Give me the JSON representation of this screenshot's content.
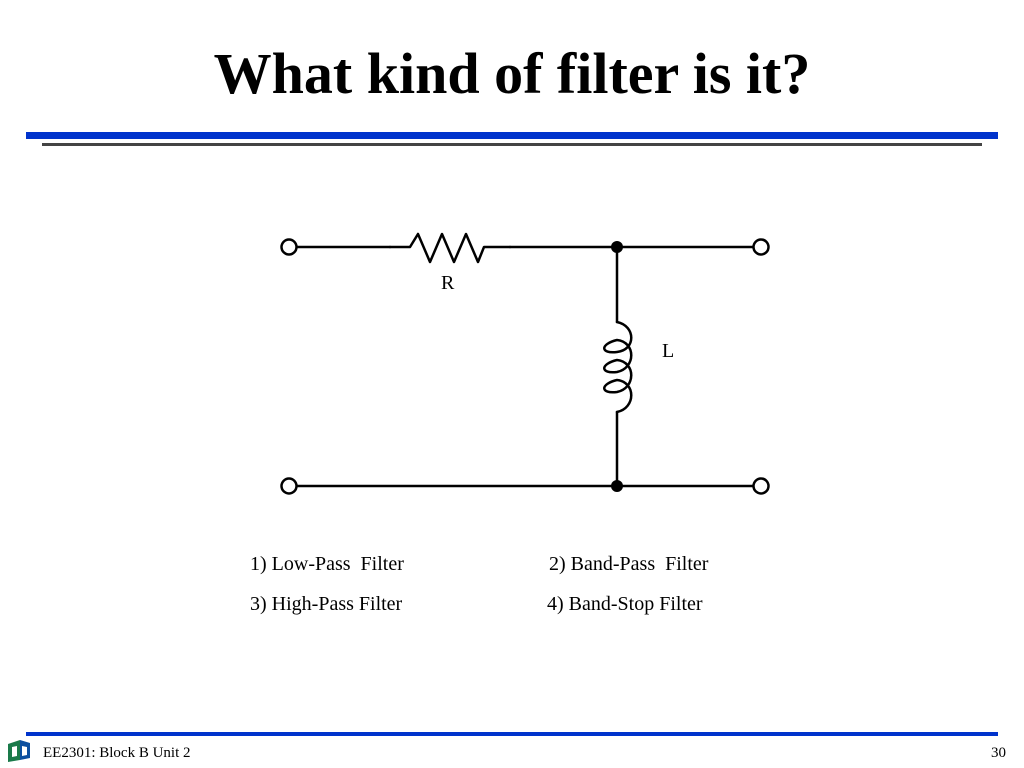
{
  "slide": {
    "title": "What kind of filter is it?"
  },
  "theme": {
    "accent_blue": "#0033cc",
    "rule_gray": "#444444"
  },
  "circuit": {
    "resistor_label": "R",
    "inductor_label": "L"
  },
  "options": [
    "1) Low-Pass  Filter",
    "2) Band-Pass  Filter",
    "3) High-Pass Filter",
    "4) Band-Stop Filter"
  ],
  "footer": {
    "course": "EE2301: Block B Unit 2",
    "page_number": "30",
    "logo_icon": "university-logo-icon"
  }
}
